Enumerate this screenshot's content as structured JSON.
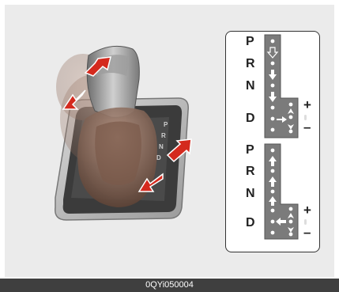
{
  "illustration": {
    "subject": "automatic-transmission-gear-lever"
  },
  "gate_diagrams": [
    {
      "gear_labels": [
        "P",
        "R",
        "N",
        "D"
      ],
      "manual_plus_label": "+",
      "manual_minus_label": "–"
    },
    {
      "gear_labels": [
        "P",
        "R",
        "N",
        "D"
      ],
      "manual_plus_label": "+",
      "manual_minus_label": "–"
    }
  ],
  "caption": {
    "code": "0QYi050004"
  },
  "colors": {
    "background": "#ebebeb",
    "arrow_red": "#d42a1e",
    "gate_plate": "#7b7b7b",
    "caption_bar": "#3f3f3f",
    "lever_brown": "#9c7a68"
  }
}
